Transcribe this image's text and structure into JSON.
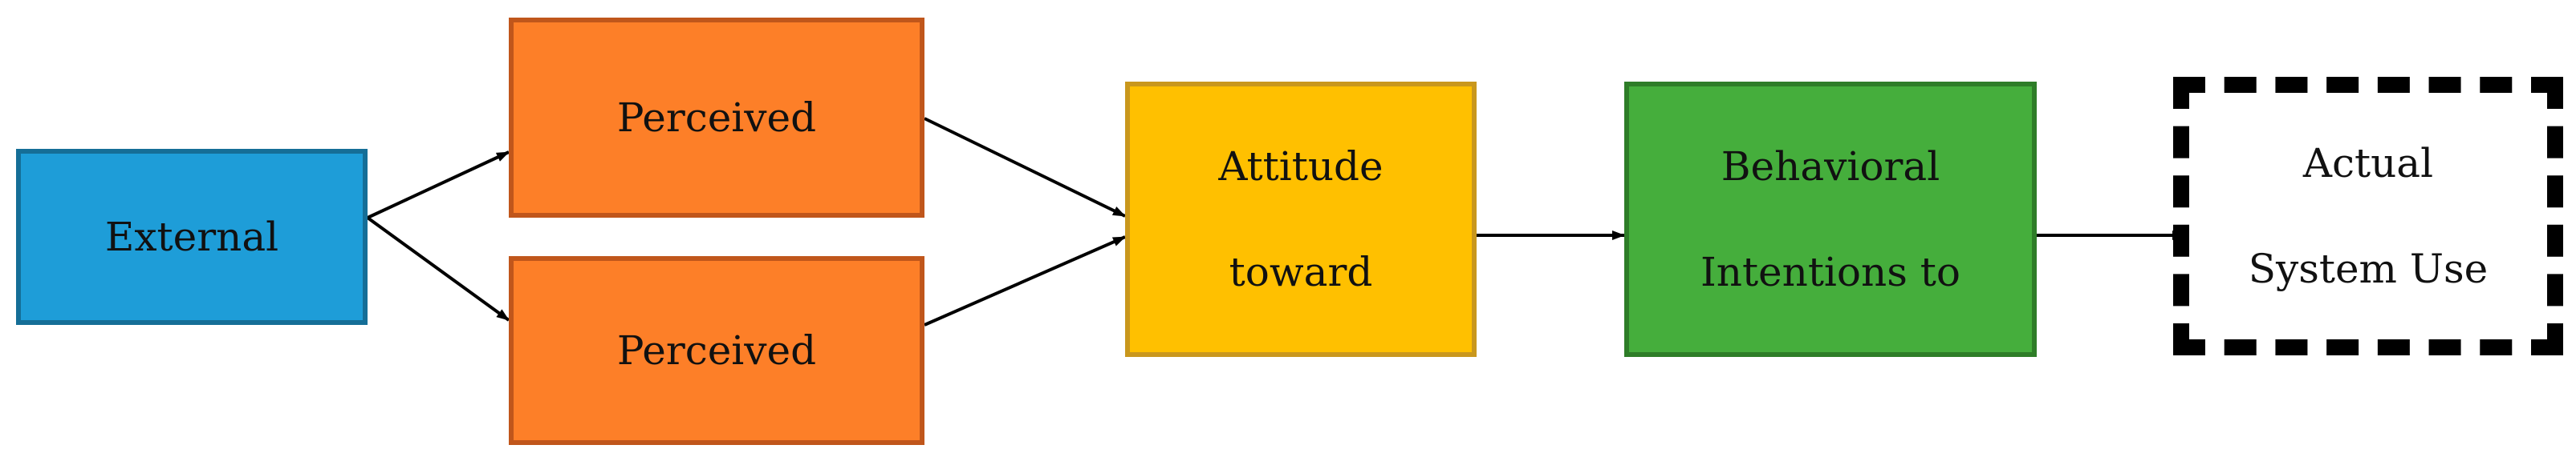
{
  "diagram": {
    "nodes": [
      {
        "id": "external",
        "lines": [
          "External"
        ],
        "fill": "#1E9DD8",
        "border": "#156E97"
      },
      {
        "id": "pu",
        "lines": [
          "Perceived"
        ],
        "fill": "#FD7F28",
        "border": "#C0561B"
      },
      {
        "id": "peou",
        "lines": [
          "Perceived"
        ],
        "fill": "#FD7F28",
        "border": "#C0561B"
      },
      {
        "id": "attitude",
        "lines": [
          "Attitude",
          "toward"
        ],
        "fill": "#FFC000",
        "border": "#C9971D"
      },
      {
        "id": "bi",
        "lines": [
          "Behavioral",
          "Intentions to"
        ],
        "fill": "#45AE3C",
        "border": "#2E7D28"
      },
      {
        "id": "use",
        "lines": [
          "Actual",
          "System Use"
        ],
        "fill": "#FFFFFF",
        "border": "#000000",
        "border_style": "dashed"
      }
    ],
    "edges": [
      {
        "from": "external",
        "to": "pu"
      },
      {
        "from": "external",
        "to": "peou"
      },
      {
        "from": "pu",
        "to": "attitude"
      },
      {
        "from": "peou",
        "to": "attitude"
      },
      {
        "from": "attitude",
        "to": "bi"
      },
      {
        "from": "bi",
        "to": "use"
      }
    ],
    "edge_color": "#000000"
  }
}
